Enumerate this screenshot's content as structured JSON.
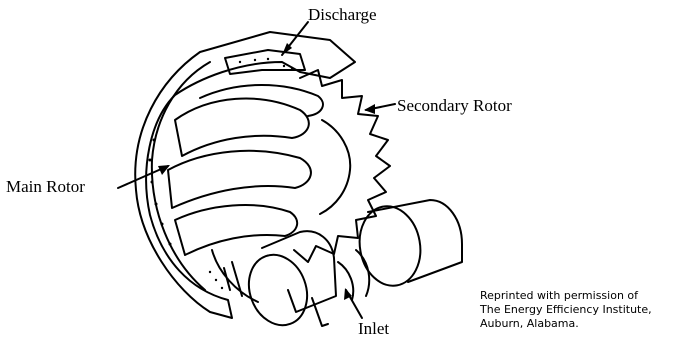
{
  "labels": {
    "discharge": "Discharge",
    "secondary_rotor": "Secondary Rotor",
    "main_rotor": "Main Rotor",
    "inlet": "Inlet"
  },
  "credit": {
    "line1": "Reprinted with permission of",
    "line2": "The Energy Efficiency Institute,",
    "line3": "Auburn, Alabama."
  },
  "colors": {
    "ink": "#000000",
    "paper": "#ffffff"
  }
}
